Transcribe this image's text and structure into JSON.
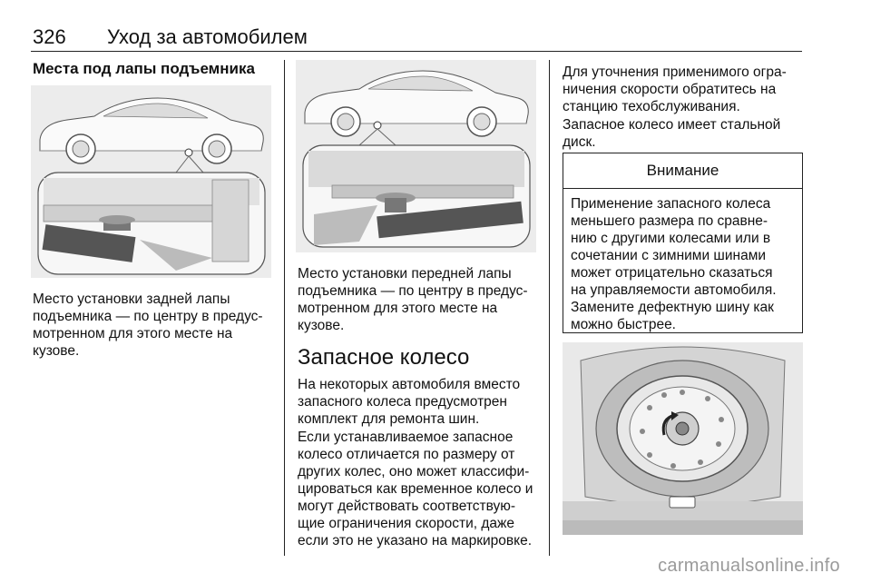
{
  "header": {
    "page_number": "326",
    "chapter_title": "Уход за автомобилем"
  },
  "col1": {
    "heading": "Места под лапы подъемника",
    "caption_lines": [
      "Место установки задней лапы",
      "подъемника — по центру в предус-",
      "мотренном для этого месте на",
      "кузове."
    ]
  },
  "col2": {
    "caption_lines": [
      "Место установки передней лапы",
      "подъемника — по центру в предус-",
      "мотренном для этого месте на",
      "кузове."
    ],
    "section_title": "Запасное колесо",
    "para1_lines": [
      "На некоторых автомобиля вместо",
      "запасного колеса предусмотрен",
      "комплект для ремонта шин."
    ],
    "para2_lines": [
      "Если устанавливаемое запасное",
      "колесо отличается по размеру от",
      "других колес, оно может классифи-",
      "цироваться как временное колесо и",
      "могут действовать соответствую-",
      "щие ограничения скорости, даже",
      "если это не указано на маркировке."
    ]
  },
  "col3": {
    "para1_lines": [
      "Для уточнения применимого огра-",
      "ничения скорости обратитесь на",
      "станцию техобслуживания."
    ],
    "para2_lines": [
      "Запасное колесо имеет стальной",
      "диск."
    ],
    "warning": {
      "title": "Внимание",
      "lines": [
        "Применение запасного колеса",
        "меньшего размера по сравне-",
        "нию с другими колесами или в",
        "сочетании с зимними шинами",
        "может отрицательно сказаться",
        "на управляемости автомобиля.",
        "Замените дефектную шину как",
        "можно быстрее."
      ]
    }
  },
  "watermark": "carmanualsonline.info"
}
